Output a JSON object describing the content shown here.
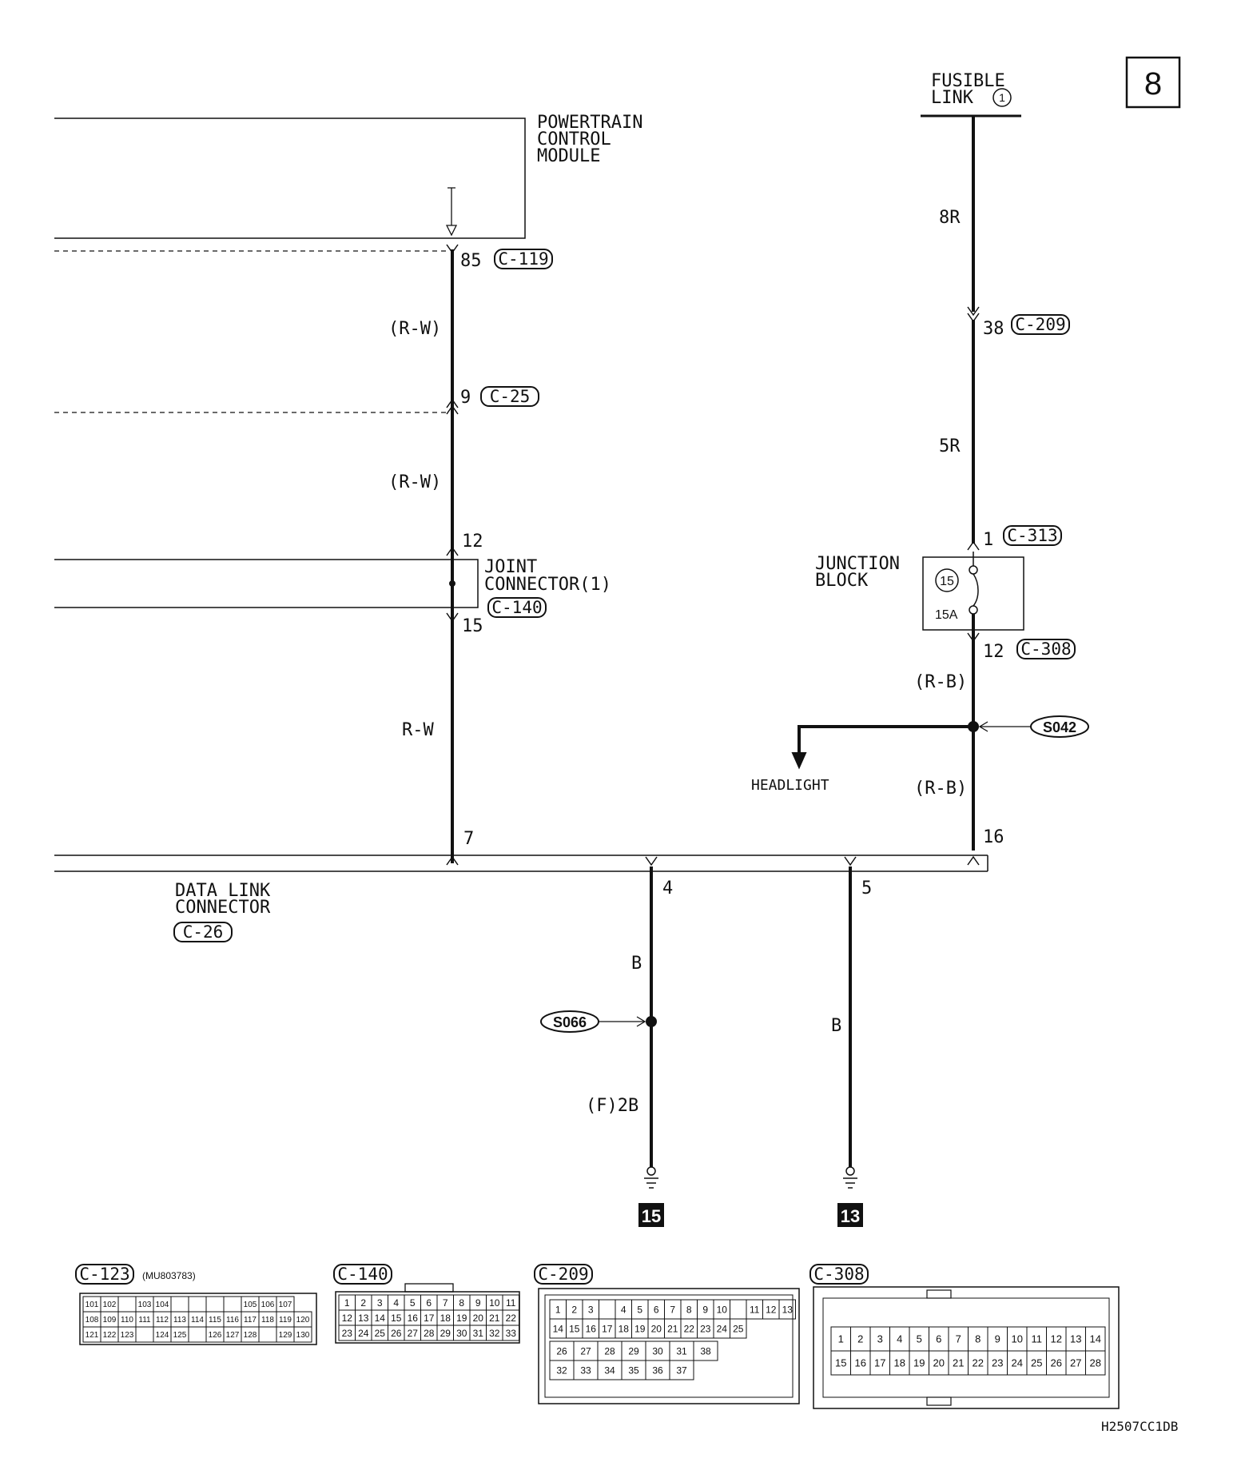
{
  "page_number": "8",
  "figure_code": "H2507CC1DB",
  "modules": {
    "pcm": {
      "lines": [
        "POWERTRAIN",
        "CONTROL",
        "MODULE"
      ]
    },
    "joint_connector": {
      "lines": [
        "JOINT",
        "CONNECTOR(1)"
      ],
      "connector": "C-140"
    },
    "data_link_connector": {
      "lines": [
        "DATA LINK",
        "CONNECTOR"
      ],
      "connector": "C-26"
    },
    "junction_block": {
      "lines": [
        "JUNCTION",
        "BLOCK"
      ],
      "fuse_number": "15",
      "fuse_rating": "15A"
    },
    "fusible_link": {
      "lines": [
        "FUSIBLE",
        "LINK"
      ],
      "number": "1"
    }
  },
  "pins": {
    "pcm_pin": "85",
    "pcm_conn": "C-119",
    "c25_pin": "9",
    "c25_conn": "C-25",
    "joint_in": "12",
    "joint_out": "15",
    "dlc_pin7": "7",
    "dlc_pin4": "4",
    "dlc_pin5": "5",
    "dlc_pin16": "16",
    "c209_pin": "38",
    "c209_conn": "C-209",
    "c313_pin": "1",
    "c313_conn": "C-313",
    "c308_pin": "12",
    "c308_conn": "C-308"
  },
  "wires": {
    "rw1": "(R-W)",
    "rw2": "(R-W)",
    "rw3": "R-W",
    "r8": "8R",
    "r5": "5R",
    "rb1": "(R-B)",
    "rb2": "(R-B)",
    "b4": "B",
    "b5": "B",
    "f2b": "(F)2B"
  },
  "splices": {
    "s042": "S042",
    "s066": "S066"
  },
  "branch_label": "HEADLIGHT",
  "grounds": {
    "g15": "15",
    "g13": "13"
  },
  "connector_views": {
    "c123": {
      "title": "C-123",
      "part_no": "(MU803783)"
    },
    "c140": {
      "title": "C-140"
    },
    "c209": {
      "title": "C-209"
    },
    "c308": {
      "title": "C-308"
    }
  },
  "c123_rows": [
    [
      "101",
      "102",
      "",
      "103",
      "104",
      "",
      "",
      "",
      "",
      "105",
      "106",
      "107"
    ],
    [
      "108",
      "109",
      "110",
      "111",
      "112",
      "113",
      "114",
      "115",
      "116",
      "117",
      "118",
      "119",
      "120"
    ],
    [
      "121",
      "122",
      "123",
      "",
      "124",
      "125",
      "",
      "126",
      "127",
      "128",
      "",
      "129",
      "130"
    ]
  ],
  "c140_rows": [
    [
      "1",
      "2",
      "3",
      "4",
      "5",
      "6",
      "7",
      "8",
      "9",
      "10",
      "11"
    ],
    [
      "12",
      "13",
      "14",
      "15",
      "16",
      "17",
      "18",
      "19",
      "20",
      "21",
      "22"
    ],
    [
      "23",
      "24",
      "25",
      "26",
      "27",
      "28",
      "29",
      "30",
      "31",
      "32",
      "33"
    ]
  ],
  "c209_rows": [
    [
      "1",
      "2",
      "3",
      "",
      "4",
      "5",
      "6",
      "7",
      "8",
      "9",
      "10",
      "",
      "11",
      "12",
      "13"
    ],
    [
      "14",
      "15",
      "16",
      "17",
      "18",
      "19",
      "20",
      "21",
      "22",
      "23",
      "24",
      "25"
    ],
    [
      "26",
      "27",
      "28",
      "29",
      "30",
      "31",
      "38"
    ],
    [
      "32",
      "33",
      "34",
      "35",
      "36",
      "37"
    ]
  ],
  "c308_rows": [
    [
      "1",
      "2",
      "3",
      "4",
      "5",
      "6",
      "7",
      "8",
      "9",
      "10",
      "11",
      "12",
      "13",
      "14"
    ],
    [
      "15",
      "16",
      "17",
      "18",
      "19",
      "20",
      "21",
      "22",
      "23",
      "24",
      "25",
      "26",
      "27",
      "28"
    ]
  ]
}
